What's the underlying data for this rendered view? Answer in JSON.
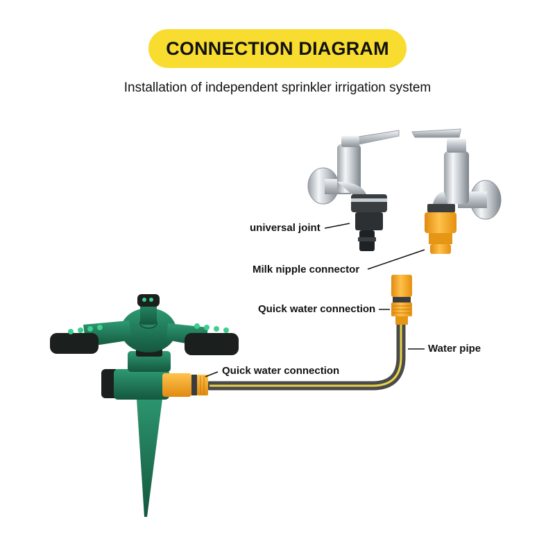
{
  "header": {
    "title": "CONNECTION DIAGRAM",
    "subtitle": "Installation of independent sprinkler irrigation system"
  },
  "labels": {
    "universal_joint": "universal joint",
    "milk_nipple_connector": "Milk nipple connector",
    "quick_water_connection_top": "Quick water connection",
    "water_pipe": "Water pipe",
    "quick_water_connection_bottom": "Quick water connection"
  },
  "colors": {
    "accent": "#f8dc30",
    "connector_orange": "#f6a623",
    "sprinkler_green": "#1f7a5a",
    "pipe_dark": "#4a4a4a",
    "pipe_stripe": "#e7d24a"
  }
}
